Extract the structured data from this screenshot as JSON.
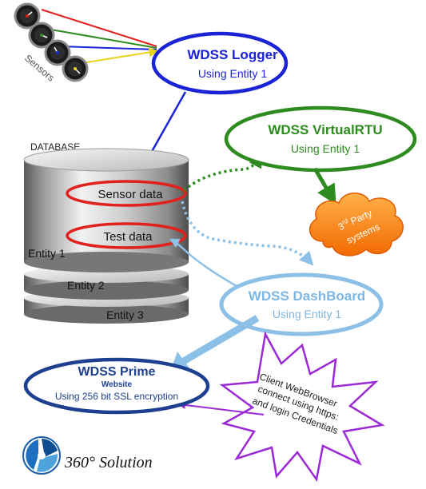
{
  "sensors_label": "Sensors",
  "logger": {
    "title": "WDSS Logger",
    "subtitle": "Using Entity 1"
  },
  "database": {
    "label": "DATABASE",
    "sensor_data": "Sensor data",
    "test_data": "Test data",
    "entities": [
      "Entity 1",
      "Entity 2",
      "Entity 3"
    ]
  },
  "virtualrtu": {
    "title": "WDSS VirtualRTU",
    "subtitle": "Using Entity 1"
  },
  "third_party": {
    "line1": "3rd Party",
    "line2": "systems",
    "sup": "rd",
    "num": "3",
    "rest": " Party"
  },
  "dashboard": {
    "title": "WDSS DashBoard",
    "subtitle": "Using Entity 1"
  },
  "prime": {
    "title": "WDSS Prime",
    "subtitle": "Website",
    "detail": "Using 256 bit SSL encryption"
  },
  "browser": {
    "lines": [
      "Client WebBrowser",
      "connect using https:",
      "and login Credentials"
    ]
  },
  "logo": {
    "text": "360° Solution"
  },
  "colors": {
    "logger": "#1a23d6",
    "virtualrtu": "#2e8b1f",
    "dashboard": "#8dc0e6",
    "prime": "#1d3f8f",
    "red_ring": "#e0211d",
    "cloud": "#ff7a10",
    "starburst": "#9b2ad6"
  }
}
